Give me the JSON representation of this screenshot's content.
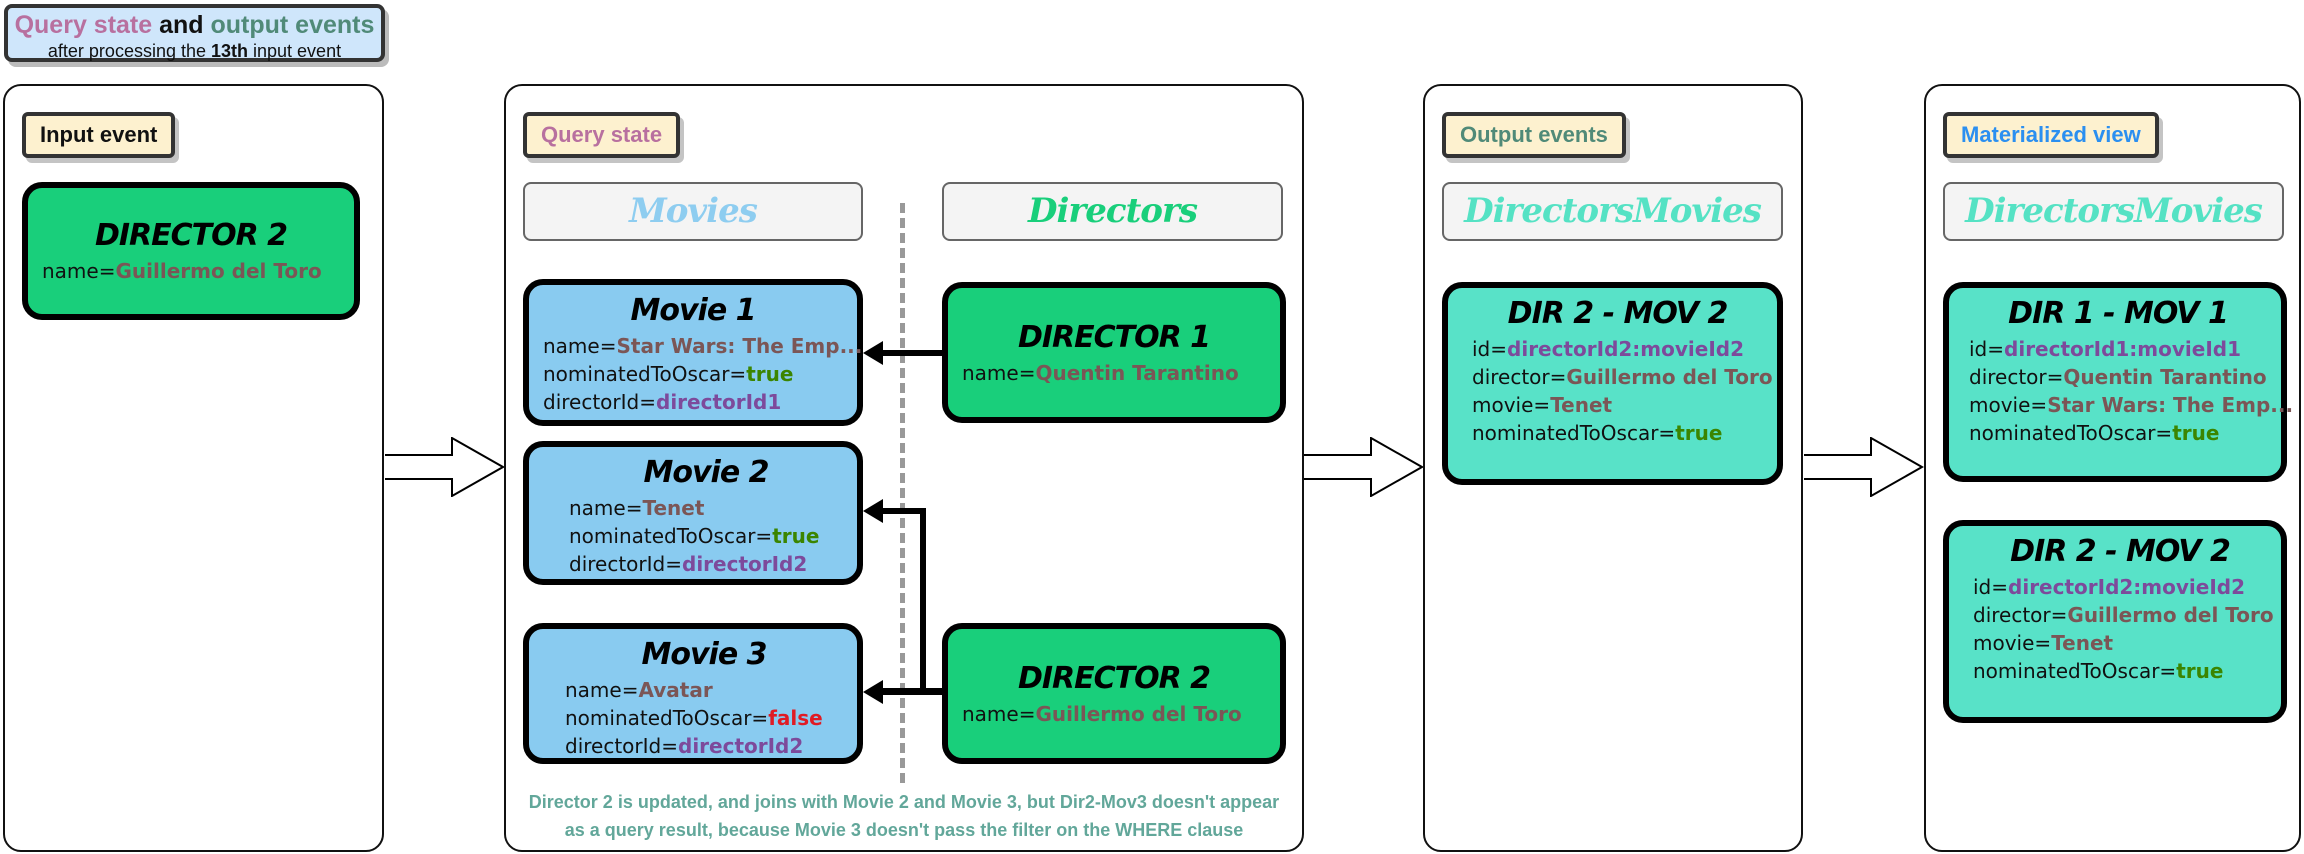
{
  "header": {
    "part1": "Query state",
    "part2": " and ",
    "part3": "output events",
    "line2a": "after processing the ",
    "line2b": "13th",
    "line2c": " input event"
  },
  "colors": {
    "query_state": "#b8709f",
    "output_events": "#508a78",
    "materialized_view": "#2b8ff0",
    "movies": "#8ecdf0",
    "directors": "#19cf7b",
    "directors_movies": "#55e2c4",
    "card_blue": "#89cbf0",
    "card_green": "#19cf7b",
    "card_teal": "#58e2c8"
  },
  "input_panel": {
    "label": "Input event",
    "card": {
      "title": "DIRECTOR 2",
      "fields": [
        {
          "k": "name=",
          "v": "Guillermo del Toro",
          "t": "text"
        }
      ]
    }
  },
  "query_panel": {
    "label": "Query state",
    "movies_label": "Movies",
    "directors_label": "Directors",
    "movies": [
      {
        "title": "Movie 1",
        "fields": [
          {
            "k": "name=",
            "v": "Star Wars: The Emp...",
            "t": "text"
          },
          {
            "k": "nominatedToOscar=",
            "v": "true",
            "t": "true"
          },
          {
            "k": "directorId=",
            "v": "directorId1",
            "t": "id"
          }
        ]
      },
      {
        "title": "Movie 2",
        "fields": [
          {
            "k": "name=",
            "v": "Tenet",
            "t": "text"
          },
          {
            "k": "nominatedToOscar=",
            "v": "true",
            "t": "true"
          },
          {
            "k": "directorId=",
            "v": "directorId2",
            "t": "id"
          }
        ]
      },
      {
        "title": "Movie 3",
        "fields": [
          {
            "k": "name=",
            "v": "Avatar",
            "t": "text"
          },
          {
            "k": "nominatedToOscar=",
            "v": "false",
            "t": "false"
          },
          {
            "k": "directorId=",
            "v": "directorId2",
            "t": "id"
          }
        ]
      }
    ],
    "directors": [
      {
        "title": "DIRECTOR 1",
        "fields": [
          {
            "k": "name=",
            "v": "Quentin Tarantino",
            "t": "text"
          }
        ]
      },
      {
        "title": "DIRECTOR 2",
        "fields": [
          {
            "k": "name=",
            "v": "Guillermo del Toro",
            "t": "text"
          }
        ]
      }
    ],
    "caption_line1": "Director 2 is updated, and joins with Movie 2 and Movie 3, but Dir2-Mov3 doesn't appear",
    "caption_line2": "as a query result, because Movie 3 doesn't pass the filter on the WHERE clause"
  },
  "output_panel": {
    "label": "Output events",
    "table_label": "DirectorsMovies",
    "cards": [
      {
        "title": "DIR 2 - MOV 2",
        "fields": [
          {
            "k": "id=",
            "v": "directorId2:movieId2",
            "t": "id"
          },
          {
            "k": "director=",
            "v": "Guillermo del Toro",
            "t": "text"
          },
          {
            "k": "movie=",
            "v": "Tenet",
            "t": "text"
          },
          {
            "k": "nominatedToOscar=",
            "v": "true",
            "t": "true"
          }
        ]
      }
    ]
  },
  "view_panel": {
    "label": "Materialized view",
    "table_label": "DirectorsMovies",
    "cards": [
      {
        "title": "DIR 1 - MOV 1",
        "fields": [
          {
            "k": "id=",
            "v": "directorId1:movieId1",
            "t": "id"
          },
          {
            "k": "director=",
            "v": "Quentin Tarantino",
            "t": "text"
          },
          {
            "k": "movie=",
            "v": "Star Wars: The Emp...",
            "t": "text"
          },
          {
            "k": "nominatedToOscar=",
            "v": "true",
            "t": "true"
          }
        ]
      },
      {
        "title": "DIR 2 - MOV 2",
        "fields": [
          {
            "k": "id=",
            "v": "directorId2:movieId2",
            "t": "id"
          },
          {
            "k": "director=",
            "v": "Guillermo del Toro",
            "t": "text"
          },
          {
            "k": "movie=",
            "v": "Tenet",
            "t": "text"
          },
          {
            "k": "nominatedToOscar=",
            "v": "true",
            "t": "true"
          }
        ]
      }
    ]
  }
}
